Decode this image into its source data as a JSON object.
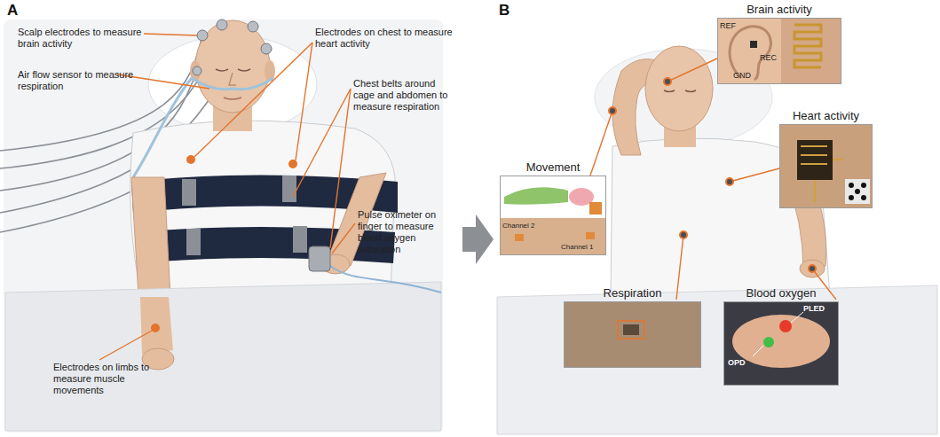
{
  "diagram": {
    "nodes": [
      {
        "text": [
          "Brain activity"
        ]
      },
      {
        "text": [
          "Heart activity"
        ]
      },
      {
        "text": [
          "Movement"
        ]
      },
      {
        "text": [
          "Respiration"
        ]
      },
      {
        "text": [
          "Blood oxygen"
        ]
      }
    ],
    "labels": [
      "A",
      "Scalp electrodes to measure brain activity",
      "Air flow sensor to measure respiration",
      "Electrodes on chest to measure heart activity",
      "Chest belts around cage and abdomen to measure respiration",
      "Pulse oximeter on finger to measure blood oxygen saturation",
      "Electrodes on limbs to measure muscle movements",
      "B",
      "REF",
      "GND",
      "REC",
      "PLED",
      "OPD",
      "Channel 2",
      "Channel 1"
    ]
  }
}
